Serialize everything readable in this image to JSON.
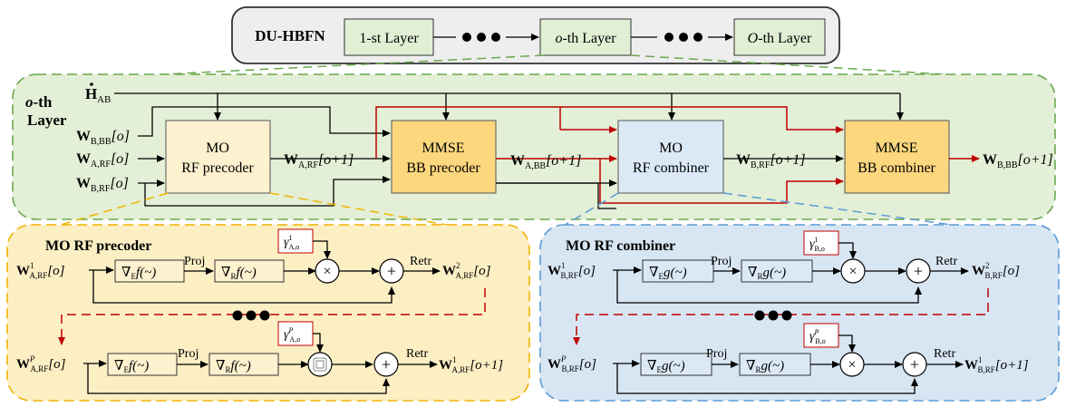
{
  "header": {
    "title": "DU-HBFN",
    "layer_first": "1-st Layer",
    "layer_o_var": "o",
    "layer_o_rest": "-th Layer",
    "layer_last_var": "O",
    "layer_last_rest": "-th Layer"
  },
  "layer": {
    "label_var": "o",
    "label_rest": "-th",
    "label_line2": "Layer",
    "h_main": "H",
    "h_sub": "AB",
    "in_wbbb": {
      "main": "W",
      "sub": "B,BB",
      "rest": "[o]"
    },
    "in_warf": {
      "main": "W",
      "sub": "A,RF",
      "rest": "[o]"
    },
    "in_wbrf": {
      "main": "W",
      "sub": "B,RF",
      "rest": "[o]"
    },
    "mo_rf_precoder": {
      "line1": "MO",
      "line2": "RF precoder"
    },
    "mmse_bb_precoder": {
      "line1": "MMSE",
      "line2": "BB precoder"
    },
    "mo_rf_combiner": {
      "line1": "MO",
      "line2": "RF combiner"
    },
    "mmse_bb_combiner": {
      "line1": "MMSE",
      "line2": "BB combiner"
    },
    "sig_warf_next": {
      "main": "W",
      "sub": "A,RF",
      "rest": "[o+1]"
    },
    "sig_wabb_next": {
      "main": "W",
      "sub": "A,BB",
      "rest": "[o+1]"
    },
    "sig_wbrf_next": {
      "main": "W",
      "sub": "B,RF",
      "rest": "[o+1]"
    },
    "sig_wbbb_next": {
      "main": "W",
      "sub": "B,BB",
      "rest": "[o+1]"
    }
  },
  "precoder_panel": {
    "title": "MO RF precoder",
    "in1": {
      "main": "W",
      "sup": "1",
      "sub": "A,RF",
      "rest": "[o]"
    },
    "inP": {
      "main": "W",
      "sup": "P",
      "sub": "A,RF",
      "rest": "[o]"
    },
    "grad_e": {
      "pre": "∇",
      "sub": "E",
      "rest": "f(~)"
    },
    "grad_r": {
      "pre": "∇",
      "sub": "R",
      "rest": "f(~)"
    },
    "proj": "Proj",
    "retr": "Retr",
    "gamma1": {
      "main": "γ",
      "sup": "1",
      "sub": "A,o"
    },
    "gammaP": {
      "main": "γ",
      "sup": "P",
      "sub": "A,o"
    },
    "out2": {
      "main": "W",
      "sup": "2",
      "sub": "A,RF",
      "rest": "[o]"
    },
    "outNext": {
      "main": "W",
      "sup": "1",
      "sub": "A,RF",
      "rest": "[o+1]"
    }
  },
  "combiner_panel": {
    "title": "MO RF combiner",
    "in1": {
      "main": "W",
      "sup": "1",
      "sub": "B,RF",
      "rest": "[o]"
    },
    "inP": {
      "main": "W",
      "sup": "P",
      "sub": "B,RF",
      "rest": "[o]"
    },
    "grad_e": {
      "pre": "∇",
      "sub": "E",
      "rest": "g(~)"
    },
    "grad_r": {
      "pre": "∇",
      "sub": "R",
      "rest": "g(~)"
    },
    "proj": "Proj",
    "retr": "Retr",
    "gamma1": {
      "main": "γ",
      "sup": "1",
      "sub": "B,o"
    },
    "gammaP": {
      "main": "γ",
      "sup": "P",
      "sub": "B,o"
    },
    "out2": {
      "main": "W",
      "sup": "2",
      "sub": "B,RF",
      "rest": "[o]"
    },
    "outNext": {
      "main": "W",
      "sup": "1",
      "sub": "B,RF",
      "rest": "[o+1]"
    }
  },
  "colors": {
    "green_fill": "#e3efd6",
    "green_border": "#6aa84f",
    "yellow_panel_fill": "#fcefc4",
    "yellow_border": "#f0b400",
    "blue_panel_fill": "#d8e6f3",
    "blue_border": "#5b9bd5",
    "cream_block": "#fdf1cf",
    "gold_block": "#fcd77e",
    "lightblue_block": "#dbe9f7",
    "layer_block": "#e1efd5",
    "red": "#c00000"
  }
}
